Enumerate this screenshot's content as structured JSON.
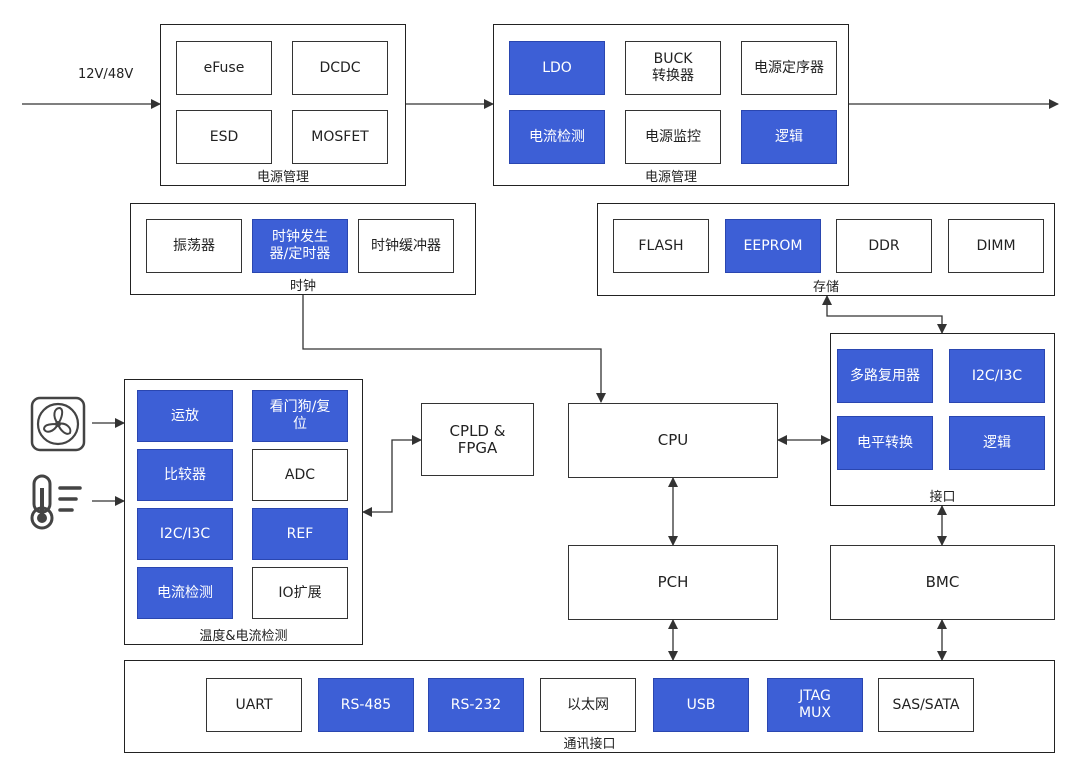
{
  "colors": {
    "accent_blue": "#3d5fd6",
    "line": "#333333"
  },
  "input_label": "12V/48V",
  "power_mgmt_1": {
    "label": "电源管理",
    "blocks": [
      "eFuse",
      "DCDC",
      "ESD",
      "MOSFET"
    ]
  },
  "power_mgmt_2": {
    "label": "电源管理",
    "blocks": [
      "LDO",
      "BUCK\n转换器",
      "电源定序器",
      "电流检测",
      "电源监控",
      "逻辑"
    ]
  },
  "clock": {
    "label": "时钟",
    "blocks": [
      "振荡器",
      "时钟发生\n器/定时器",
      "时钟缓冲器"
    ]
  },
  "storage": {
    "label": "存储",
    "blocks": [
      "FLASH",
      "EEPROM",
      "DDR",
      "DIMM"
    ]
  },
  "interface": {
    "label": "接口",
    "blocks": [
      "多路复用器",
      "I2C/I3C",
      "电平转换",
      "逻辑"
    ]
  },
  "temp_current": {
    "label": "温度&电流检测",
    "blocks": [
      "运放",
      "看门狗/复\n位",
      "比较器",
      "ADC",
      "I2C/I3C",
      "REF",
      "电流检测",
      "IO扩展"
    ]
  },
  "comm": {
    "label": "通讯接口",
    "blocks": [
      "UART",
      "RS-485",
      "RS-232",
      "以太网",
      "USB",
      "JTAG\nMUX",
      "SAS/SATA"
    ]
  },
  "cpld": "CPLD &\nFPGA",
  "cpu": "CPU",
  "pch": "PCH",
  "bmc": "BMC",
  "icons": [
    "fan-icon",
    "thermometer-icon"
  ]
}
